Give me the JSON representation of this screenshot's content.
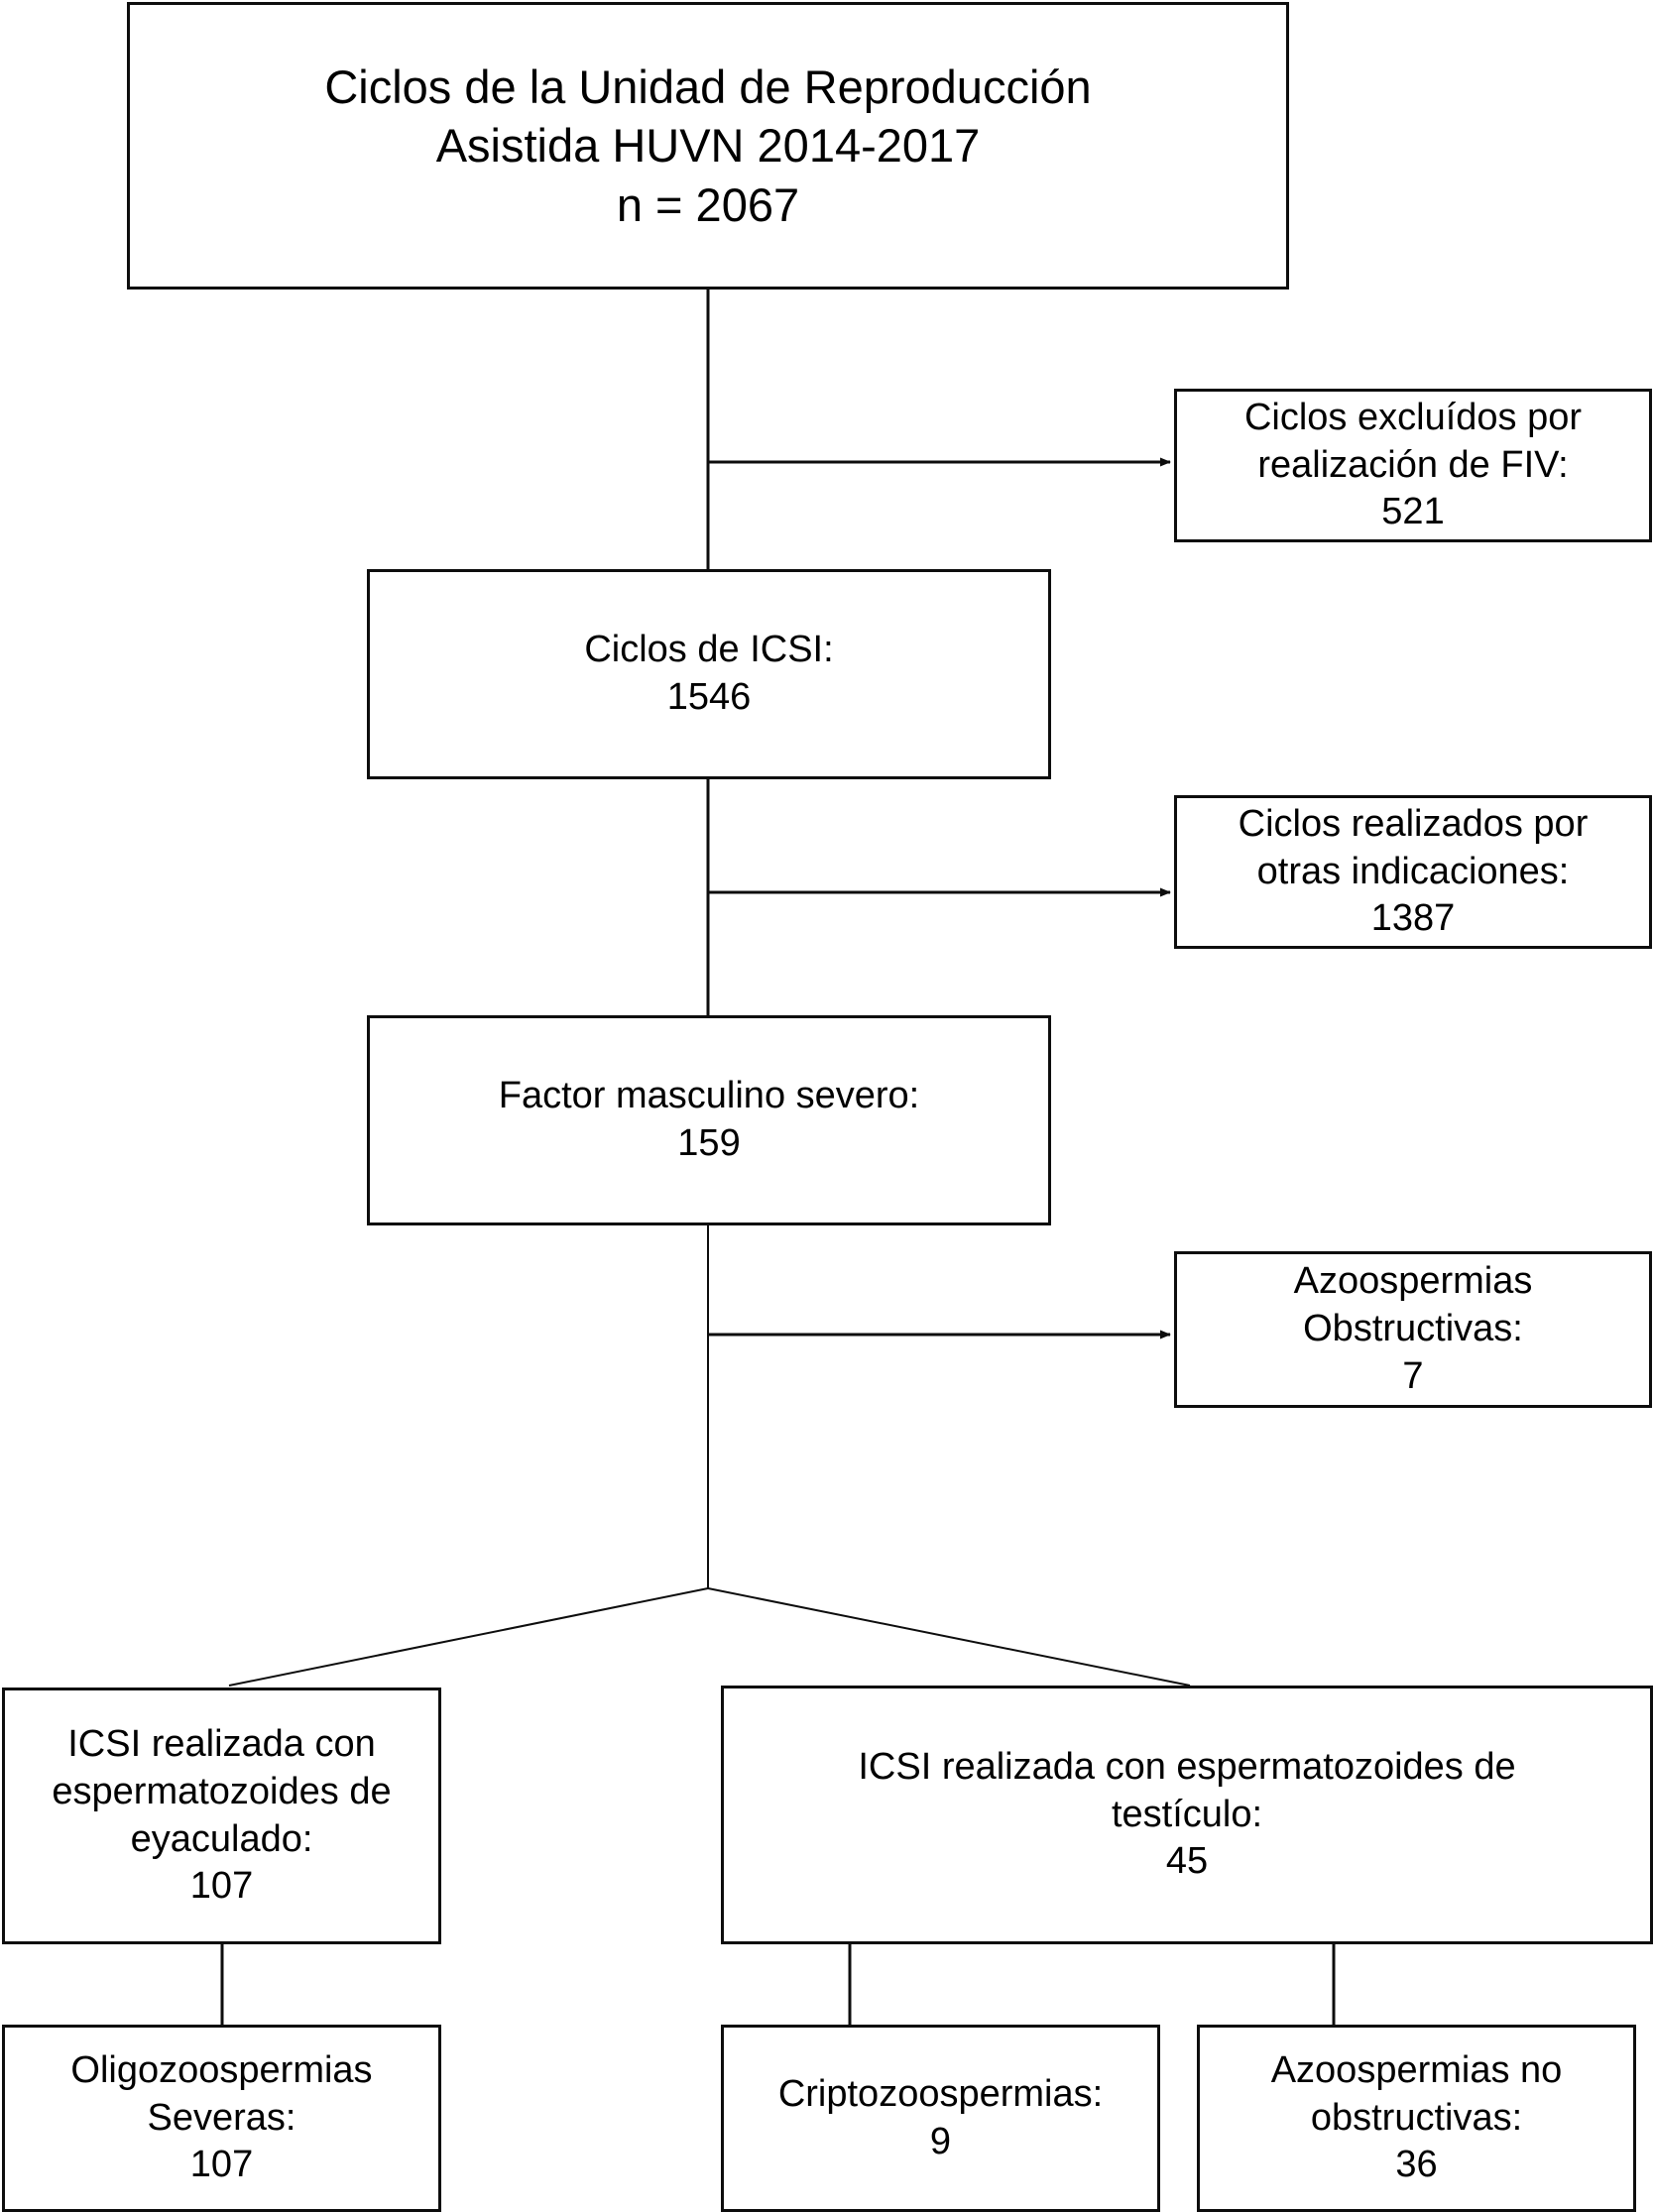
{
  "diagram": {
    "title": "Ciclos de la Unidad de Reproduccion Asistida HUVN 2014-2017 flow diagram",
    "type": "flowchart",
    "line_color": "#0d0d0d",
    "background_color": "#ffffff",
    "nodes": {
      "root": {
        "lines": [
          "Ciclos de la Unidad de Reproducción",
          "Asistida HUVN 2014-2017",
          "n = 2067"
        ],
        "count": "2067"
      },
      "excluded_fiv": {
        "lines": [
          "Ciclos excluídos por",
          "realización de FIV:",
          "521"
        ],
        "count": "521"
      },
      "icsi": {
        "lines": [
          "Ciclos de ICSI:",
          "1546"
        ],
        "count": "1546"
      },
      "excluded_otras": {
        "lines": [
          "Ciclos realizados por",
          "otras indicaciones:",
          "1387"
        ],
        "count": "1387"
      },
      "factor_masculino": {
        "lines": [
          "Factor masculino severo:",
          "159"
        ],
        "count": "159"
      },
      "azoo_obstructivas": {
        "lines": [
          "Azoospermias",
          "Obstructivas:",
          "7"
        ],
        "count": "7"
      },
      "icsi_eyaculado": {
        "lines": [
          "ICSI realizada con",
          "espermatozoides de",
          "eyaculado:",
          "107"
        ],
        "count": "107"
      },
      "icsi_testiculo": {
        "lines": [
          "ICSI realizada con espermatozoides de",
          "testículo:",
          "45"
        ],
        "count": "45"
      },
      "oligozoospermias": {
        "lines": [
          "Oligozoospermias",
          "Severas:",
          "107"
        ],
        "count": "107"
      },
      "criptozoospermias": {
        "lines": [
          "Criptozoospermias:",
          "9"
        ],
        "count": "9"
      },
      "azoo_no_obstructivas": {
        "lines": [
          "Azoospermias no",
          "obstructivas:",
          "36"
        ],
        "count": "36"
      }
    }
  }
}
